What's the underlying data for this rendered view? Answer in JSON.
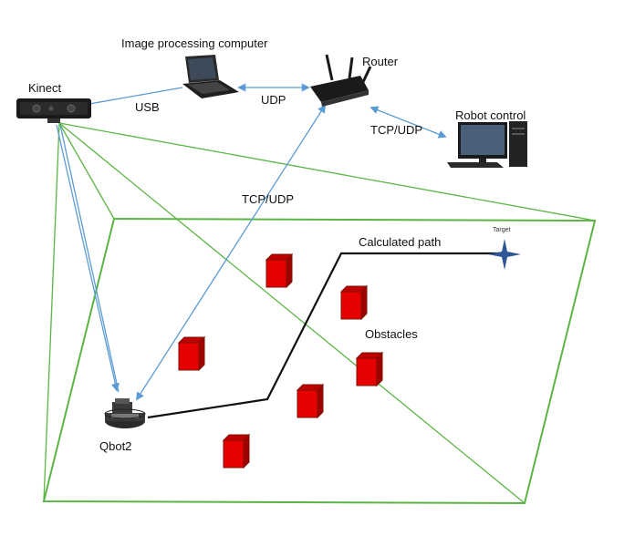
{
  "labels": {
    "image_processing_computer": "Image processing computer",
    "router": "Router",
    "kinect": "Kinect",
    "usb": "USB",
    "udp": "UDP",
    "tcp_udp_router_robot": "TCP/UDP",
    "robot_control": "Robot  control",
    "tcp_udp_qbot": "TCP/UDP",
    "calculated_path": "Calculated path",
    "target": "Target",
    "obstacles": "Obstacles",
    "qbot2": "Qbot2"
  },
  "colors": {
    "field_outline": "#5bb544",
    "link_arrow": "#5b9bd5",
    "path": "#111111",
    "obstacle": "#e60000",
    "obstacle_edge": "#8a1a00",
    "target": "#2f5597"
  },
  "icons": {
    "kinect": "kinect-sensor-icon",
    "laptop": "laptop-icon",
    "router": "wifi-router-icon",
    "desktop": "desktop-computer-icon",
    "robot": "qbot-robot-icon",
    "target": "four-point-star-icon",
    "obstacle": "red-cube-icon"
  }
}
